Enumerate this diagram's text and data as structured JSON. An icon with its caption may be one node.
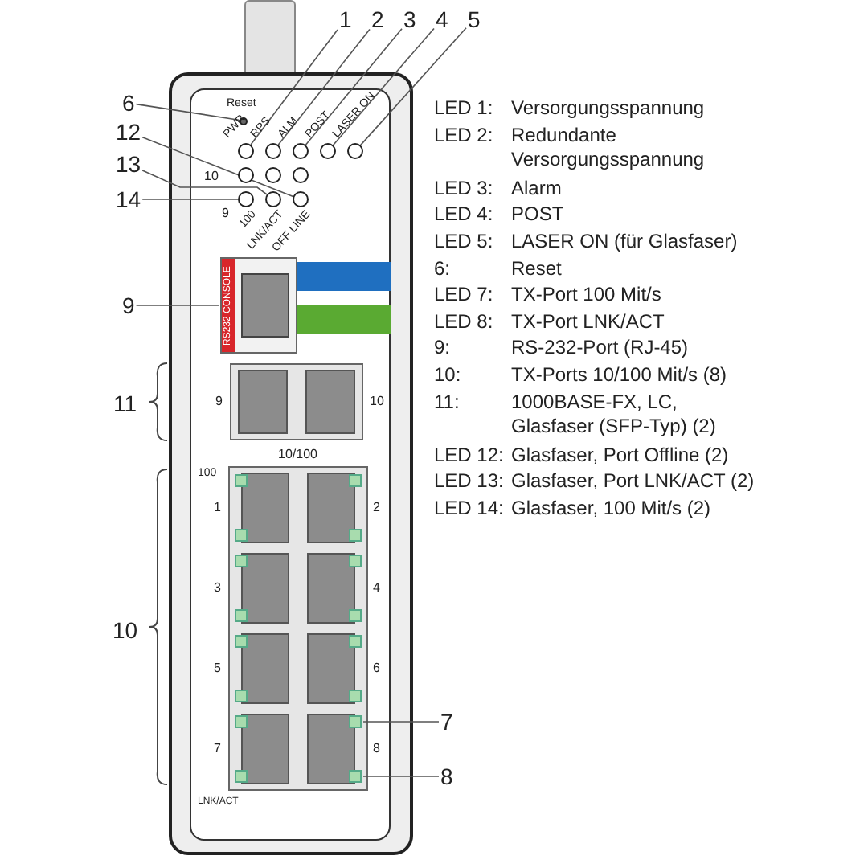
{
  "diagram": {
    "nodes": [
      {
        "text": [
          "1"
        ]
      },
      {
        "text": [
          "2"
        ]
      },
      {
        "text": [
          "3"
        ]
      },
      {
        "text": [
          "4"
        ]
      },
      {
        "text": [
          "5"
        ]
      },
      {
        "text": [
          "6"
        ]
      },
      {
        "text": [
          "12"
        ]
      },
      {
        "text": [
          "13"
        ]
      },
      {
        "text": [
          "14"
        ]
      },
      {
        "text": [
          "9"
        ]
      },
      {
        "text": [
          "7"
        ]
      },
      {
        "text": [
          "8"
        ]
      },
      {
        "text": [],
        "shape": "circle"
      },
      {
        "text": [],
        "shape": "circle"
      },
      {
        "text": [],
        "shape": "circle"
      },
      {
        "text": [],
        "shape": "circle"
      },
      {
        "text": [],
        "shape": "circle"
      },
      {
        "text": [],
        "shape": "circle"
      },
      {
        "text": [],
        "shape": "circle"
      },
      {
        "text": [],
        "shape": "circle"
      },
      {
        "text": [],
        "shape": "circle"
      },
      {
        "text": [],
        "shape": "box"
      },
      {
        "text": [],
        "shape": "box"
      },
      {
        "text": [],
        "shape": "box"
      },
      {
        "text": [],
        "shape": "circle"
      },
      {
        "text": [],
        "shape": "circle"
      },
      {
        "text": [],
        "shape": "circle"
      }
    ],
    "edges": [
      {
        "from": 0,
        "to": 12,
        "arrow": "none"
      },
      {
        "from": 1,
        "to": 13,
        "arrow": "none"
      },
      {
        "from": 2,
        "to": 14,
        "arrow": "none"
      },
      {
        "from": 3,
        "to": 15,
        "arrow": "none"
      },
      {
        "from": 4,
        "to": 16,
        "arrow": "none"
      },
      {
        "from": 5,
        "to": 17,
        "arrow": "none"
      },
      {
        "from": 6,
        "to": 18,
        "arrow": "none"
      },
      {
        "from": 7,
        "to": 19,
        "arrow": "none"
      },
      {
        "from": 8,
        "to": 20,
        "arrow": "none"
      },
      {
        "from": 9,
        "to": 21,
        "arrow": "none"
      },
      {
        "from": 10,
        "to": 22,
        "arrow": "none"
      },
      {
        "from": 11,
        "to": 23,
        "arrow": "none"
      }
    ],
    "labels": [
      "Reset",
      "PWR",
      "RPS",
      "ALM",
      "POST",
      "LASER ON",
      "10",
      "9",
      "100",
      "LNK/ACT",
      "OFF LINE",
      "RS232 CONSOLE",
      "LED 1:",
      "Versorgungsspannung",
      "LED 2:",
      "Redundante Versorgungsspannung",
      "LED 3:",
      "Alarm",
      "LED 4:",
      "POST",
      "LED 5:",
      "LASER ON (für Glasfaser)",
      "6:",
      "Reset",
      "LED 7:",
      "TX-Port 100 Mit/s",
      "LED 8:",
      "TX-Port LNK/ACT",
      "9:",
      "RS-232-Port (RJ-45)",
      "10:",
      "TX-Ports 10/100 Mit/s (8)",
      "11:",
      "1000BASE-FX, LC, Glasfaser (SFP-Typ) (2)",
      "LED 12:",
      "Glasfaser, Port Offline (2)",
      "LED 13:",
      "Glasfaser, Port LNK/ACT (2)",
      "LED 14:",
      "Glasfaser, 100 Mit/s (2)",
      "11",
      "9",
      "10",
      "10/100",
      "100",
      "1",
      "2",
      "3",
      "4",
      "10",
      "5",
      "6",
      "7",
      "8",
      "LNK/ACT"
    ]
  }
}
